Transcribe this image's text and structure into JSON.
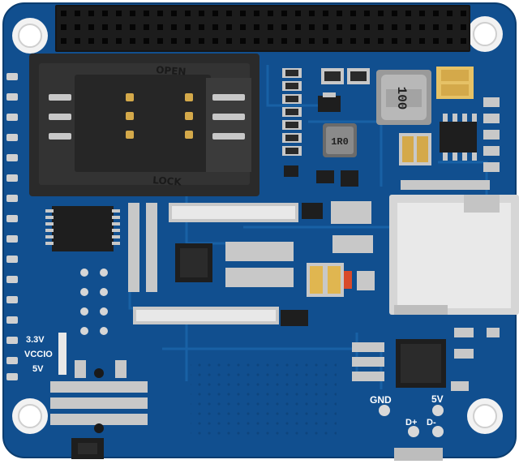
{
  "board": {
    "colors": {
      "pcb": "#114f8f",
      "pcb_trace": "#1a63a8",
      "silkscreen": "#ffffff",
      "header": "#1c1c1c",
      "component": "#232323",
      "pad_gold": "#d4a94a",
      "solder_pad": "#c8c8c8",
      "background": "#ffffff"
    },
    "sim_slot": {
      "open_label": "OPEN",
      "lock_label": "LOCK"
    },
    "inductors": {
      "large_marking": "100",
      "small_marking": "1R0"
    },
    "silkscreen_labels": {
      "v33": "3.3V",
      "vccio": "VCCIO",
      "v5_left": "5V",
      "gnd": "GND",
      "v5_right": "5V",
      "dplus": "D+",
      "dminus": "D-"
    }
  }
}
